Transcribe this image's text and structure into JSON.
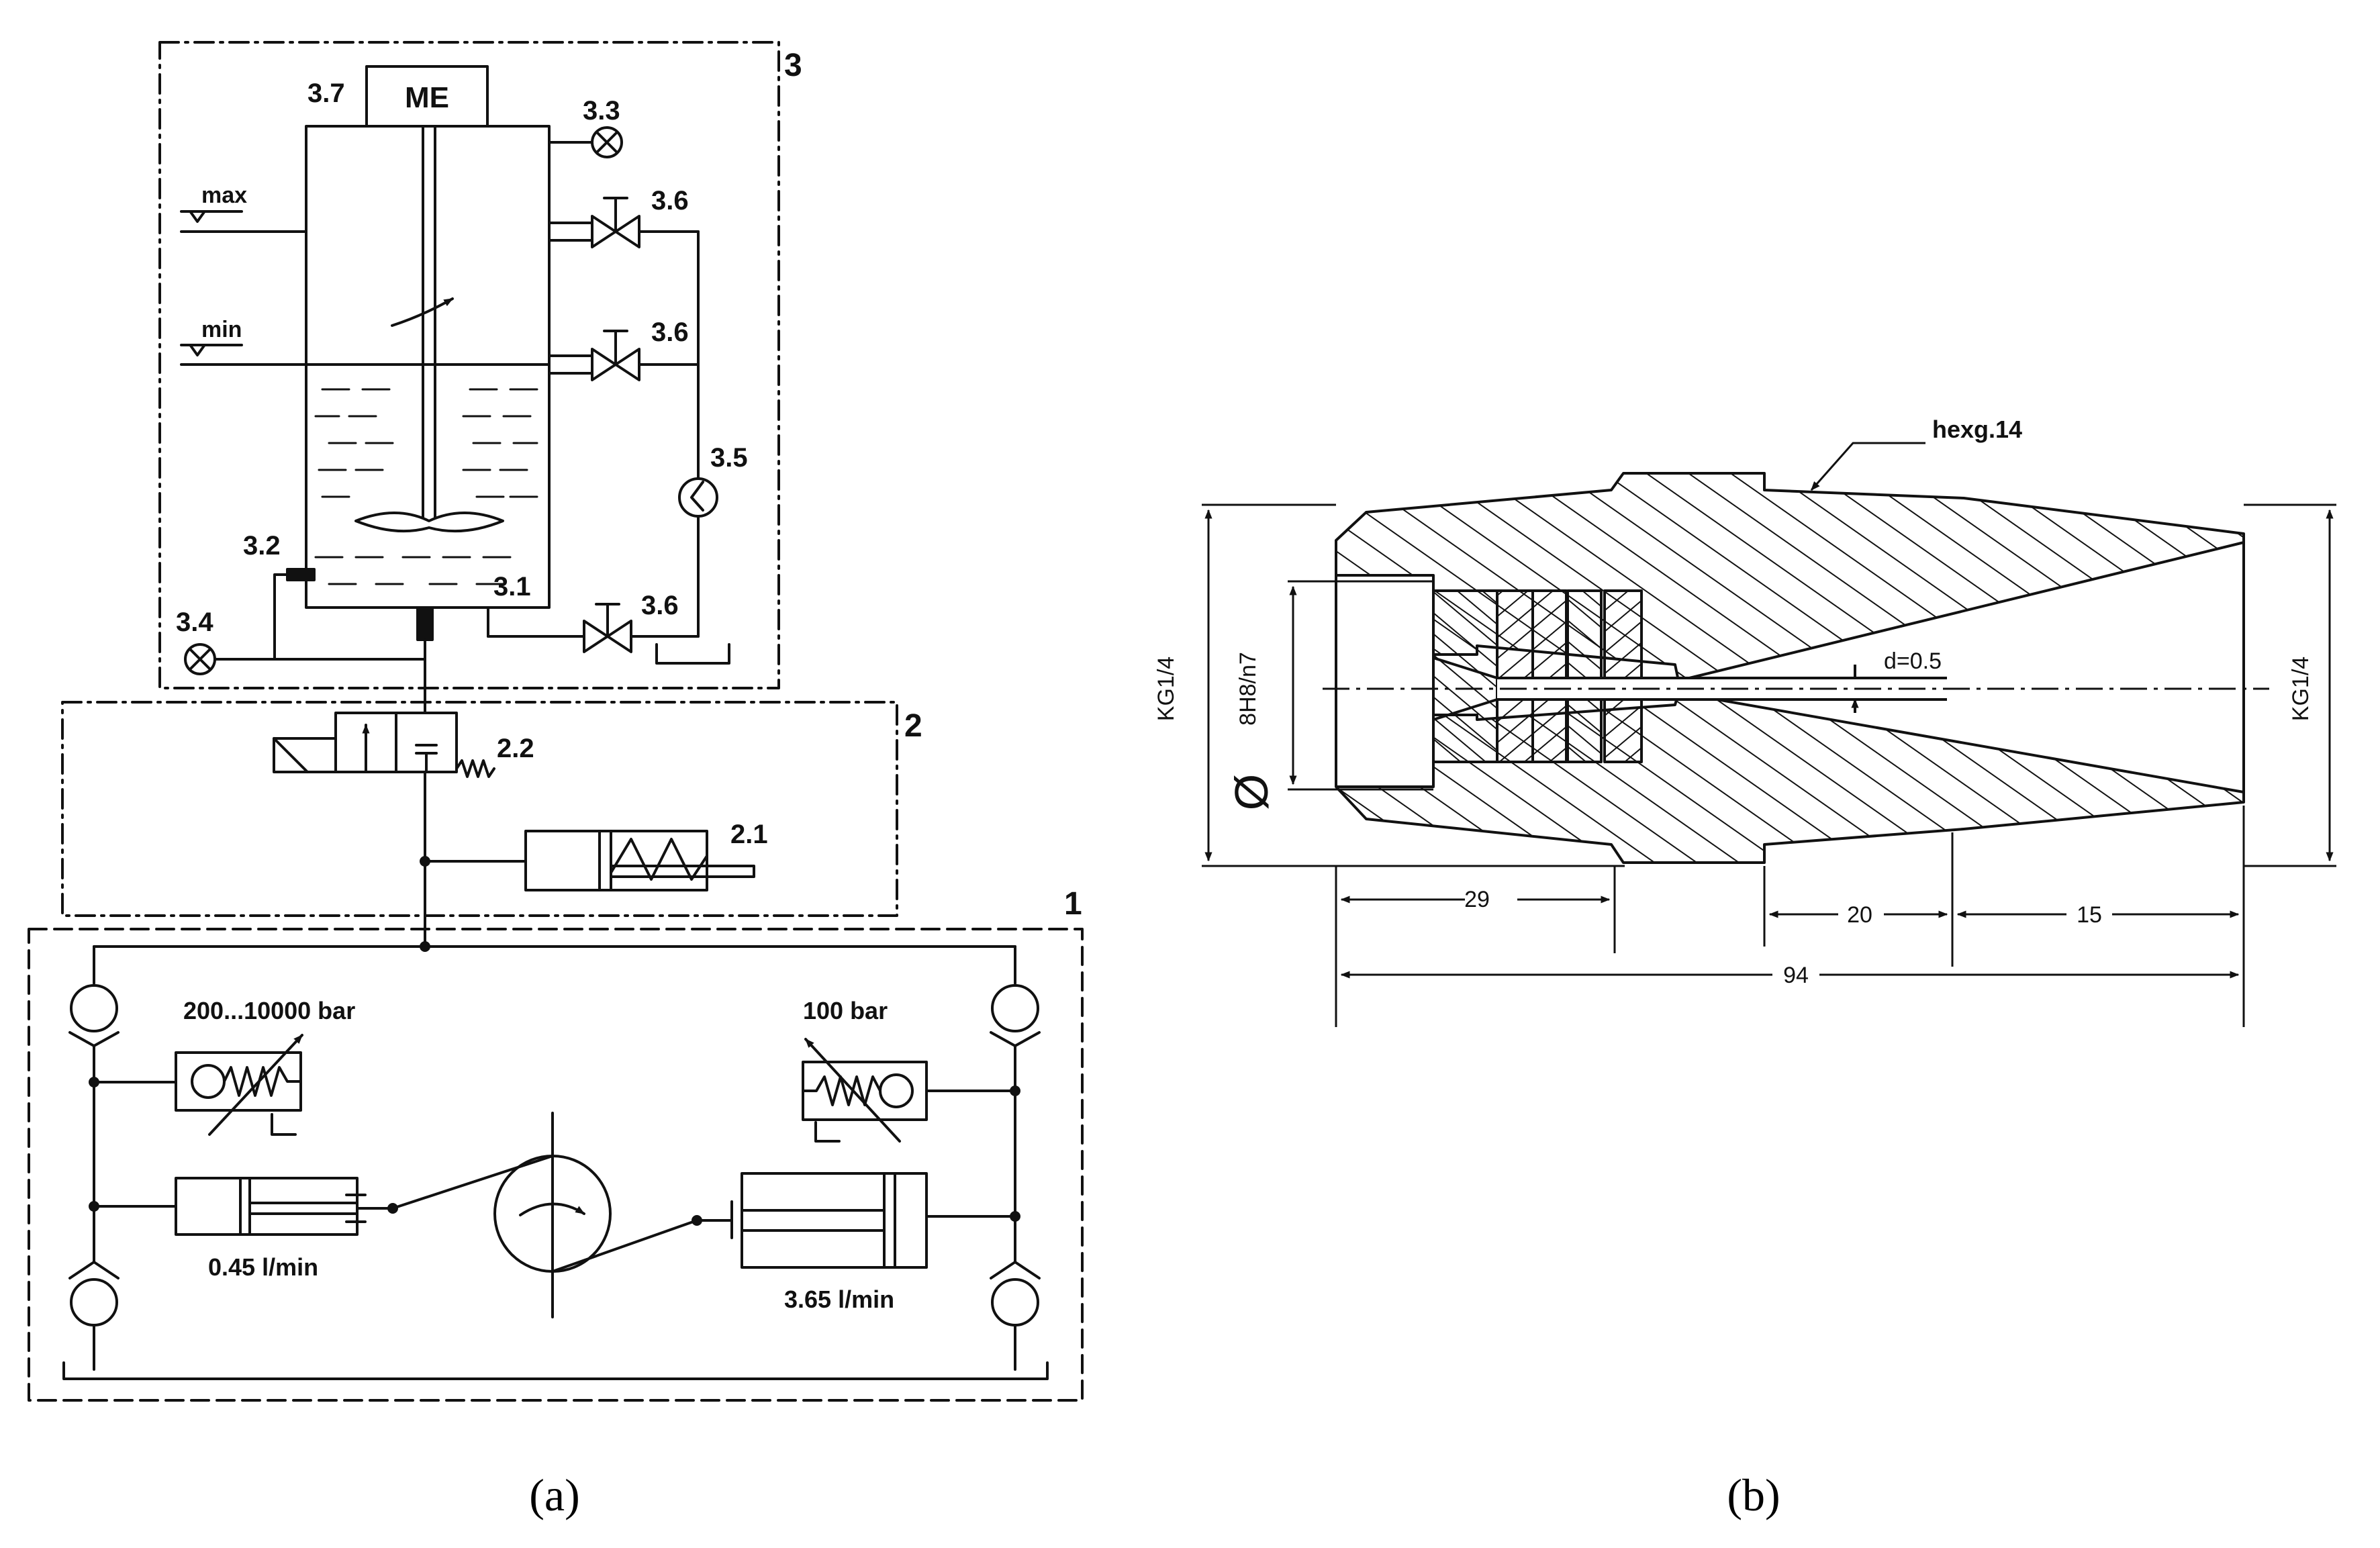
{
  "schematic": {
    "box_labels": {
      "pump_unit": "1",
      "valve_unit": "2",
      "tank_unit": "3"
    },
    "motor": {
      "code": "3.7",
      "text": "ME"
    },
    "level_max": "max",
    "level_min": "min",
    "indicator_top": "3.3",
    "indicator_left": "3.4",
    "valve_max": "3.6",
    "valve_min": "3.6",
    "valve_bottom": "3.6",
    "gauge": "3.5",
    "sensor_side": "3.2",
    "sensor_outlet": "3.1",
    "solenoid_valve": "2.2",
    "accumulator": "2.1",
    "hp_relief": "200...10000 bar",
    "lp_relief": "100 bar",
    "hp_flow": "0.45 l/min",
    "lp_flow": "3.65 l/min"
  },
  "nozzle": {
    "hex": "hexg.14",
    "thread_left": "KG1/4",
    "thread_right": "KG1/4",
    "bore_fit": "8H8/n7",
    "diameter_symbol": "Ø",
    "orifice": "d=0.5",
    "dim_left": "29",
    "dim_middle": "20",
    "dim_right": "15",
    "dim_total": "94"
  },
  "captions": {
    "left": "(a)",
    "right": "(b)"
  }
}
